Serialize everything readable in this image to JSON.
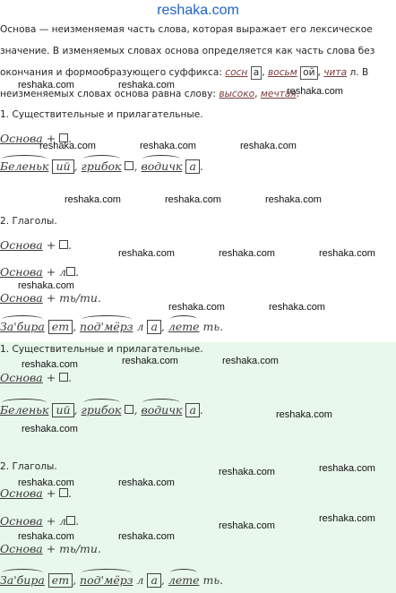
{
  "site": "reshaka.com",
  "watermark": "reshaka.com",
  "intro": {
    "l1": "Основа — неизменяемая часть слова, которая выражает его лексическое",
    "l2": "значение. В изменяемых словах основа определяется как часть слова без",
    "l3a": "окончания и формообразующего суффикса: ",
    "ex1": "сосн",
    "ex1e": "а",
    "ex2": "восьм",
    "ex2e": "ой",
    "ex3": "чита",
    "ex3e": "л",
    "l3b": ". В",
    "l4a": "неизменяемых словах основа равна слову: ",
    "ex4": "высоко",
    "ex5": "мечтая"
  },
  "section1": {
    "heading": "1. Существительные и прилагательные.",
    "formula": "Основа",
    "plus": " + ",
    "words": [
      {
        "base": "Беленьк",
        "end": "ий"
      },
      {
        "base": "грибок",
        "end": ""
      },
      {
        "base": "водичк",
        "end": "а"
      }
    ]
  },
  "section2": {
    "heading": "2. Глаголы.",
    "formula": "Основа",
    "plus": " + ",
    "suffix1": "л",
    "suffix2": "ть/ти",
    "words": [
      {
        "base": "За'бира",
        "end": "ет"
      },
      {
        "base": "под'мёрз",
        "suffix": "л",
        "end": "а"
      },
      {
        "base": "лете",
        "suffix": "ть"
      }
    ]
  }
}
